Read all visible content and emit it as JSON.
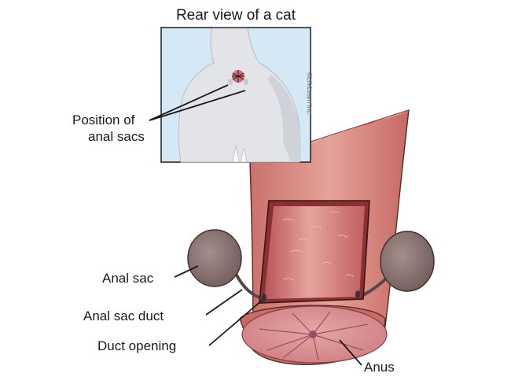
{
  "title": "Rear view of a cat",
  "labels": {
    "position_line1": "Position of",
    "position_line2": "anal sacs",
    "anal_sac": "Anal sac",
    "anal_sac_duct": "Anal sac duct",
    "duct_opening": "Duct opening",
    "anus": "Anus"
  },
  "copyright": "©LifeLearn Inc.",
  "colors": {
    "inset_background": "#d5e8f6",
    "inset_border": "#2a2a2a",
    "fur": "#e2e4e8",
    "tissue": "#d8867e",
    "tissue_inner": "#c5615b",
    "sac": "#8a7472",
    "line": "#1a1a1a"
  }
}
